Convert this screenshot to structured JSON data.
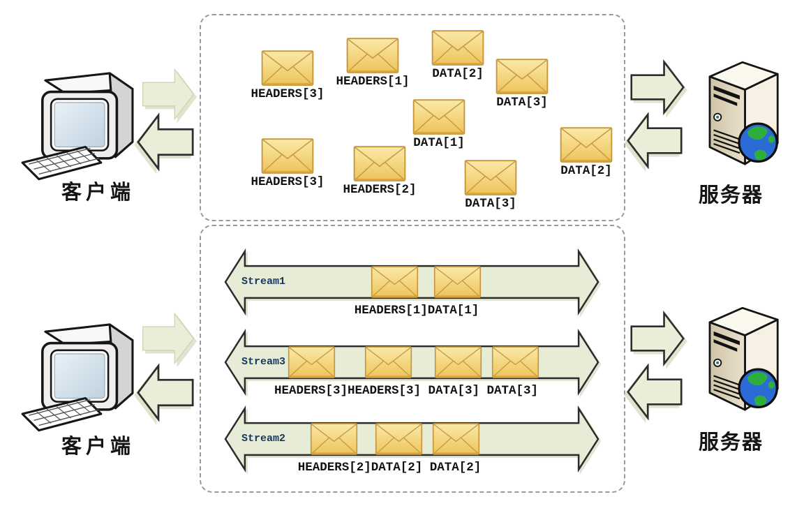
{
  "diagram": {
    "top_panel": {
      "client_label": "客户端",
      "server_label": "服务器",
      "frames": [
        {
          "label": "HEADERS[3]"
        },
        {
          "label": "HEADERS[1]"
        },
        {
          "label": "DATA[2]"
        },
        {
          "label": "DATA[3]"
        },
        {
          "label": "DATA[1]"
        },
        {
          "label": "HEADERS[3]"
        },
        {
          "label": "HEADERS[2]"
        },
        {
          "label": "DATA[3]"
        },
        {
          "label": "DATA[2]"
        }
      ]
    },
    "bottom_panel": {
      "client_label": "客户端",
      "server_label": "服务器",
      "streams": [
        {
          "name": "Stream1",
          "caption": "HEADERS[1]DATA[1]",
          "frame_count": 2
        },
        {
          "name": "Stream3",
          "caption": "HEADERS[3]HEADERS[3] DATA[3] DATA[3]",
          "frame_count": 4
        },
        {
          "name": "Stream2",
          "caption": "HEADERS[2]DATA[2] DATA[2]",
          "frame_count": 3
        }
      ]
    },
    "colors": {
      "arrow_fill": "#e9eed8",
      "arrow_outline": "#2d2d2d",
      "envelope_fill_top": "#fae8a4",
      "envelope_fill_bottom": "#efc45c",
      "envelope_border": "#c6953a",
      "stream_name_color": "#17375e",
      "dashed_border": "#999999"
    },
    "icons": [
      "desktop-computer-icon",
      "keyboard-icon",
      "server-tower-icon",
      "globe-icon",
      "envelope-icon",
      "block-arrow-icon",
      "stream-arrow-icon"
    ]
  }
}
